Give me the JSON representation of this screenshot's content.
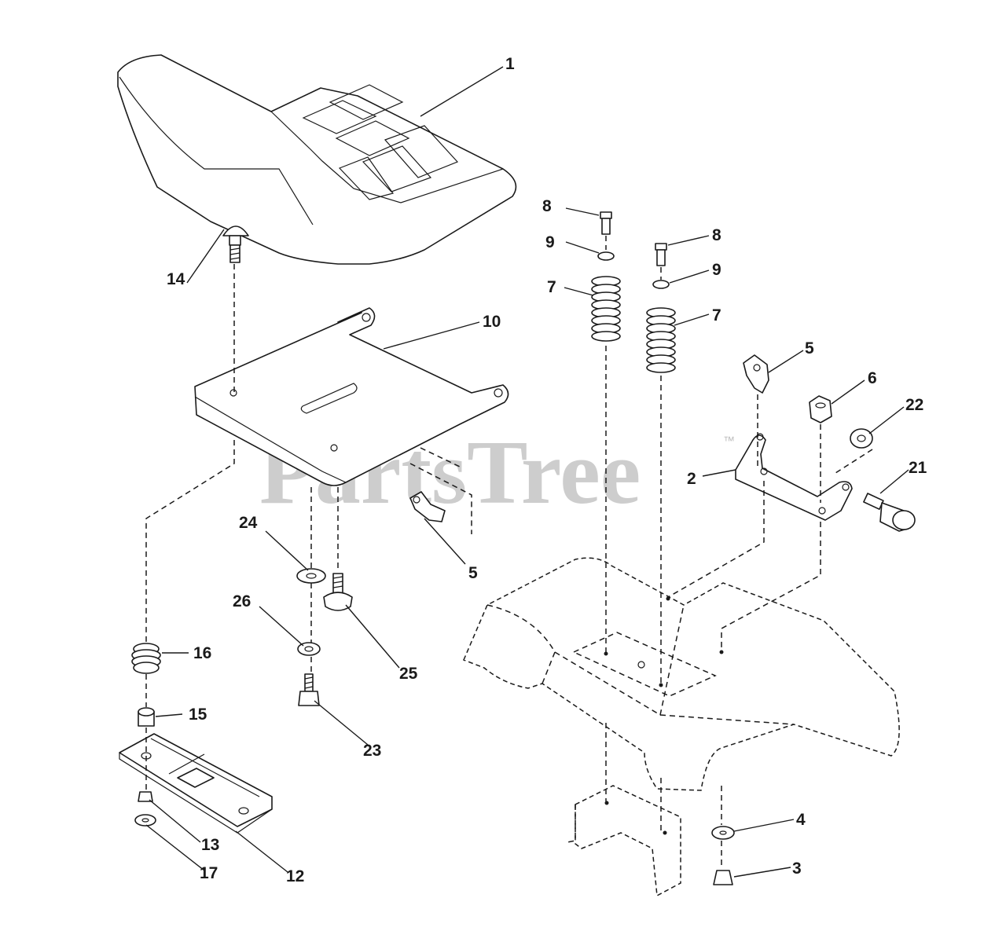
{
  "watermark": {
    "text": "PartsTree",
    "trademark": "™"
  },
  "callouts": {
    "c1": "1",
    "c2": "2",
    "c3": "3",
    "c4": "4",
    "c5a": "5",
    "c5b": "5",
    "c6": "6",
    "c7a": "7",
    "c7b": "7",
    "c8a": "8",
    "c8b": "8",
    "c9a": "9",
    "c9b": "9",
    "c10": "10",
    "c12": "12",
    "c13": "13",
    "c14": "14",
    "c15": "15",
    "c16": "16",
    "c17": "17",
    "c21": "21",
    "c22": "22",
    "c23": "23",
    "c24": "24",
    "c25": "25",
    "c26": "26"
  }
}
